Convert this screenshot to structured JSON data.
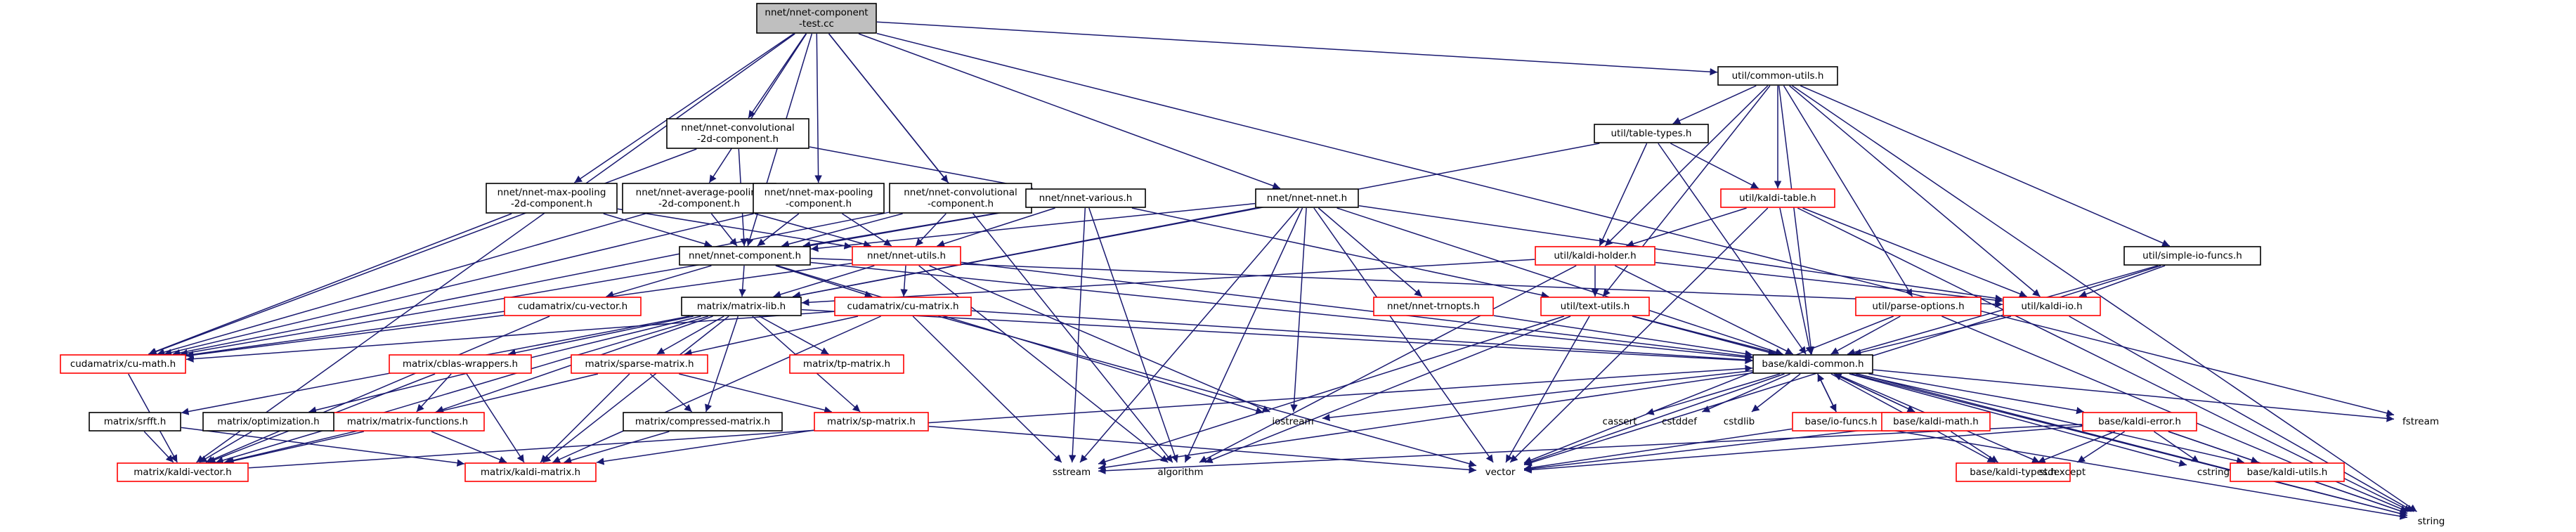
{
  "diagram": {
    "colors": {
      "edge": "#191970",
      "root_fill": "#bfbfbf",
      "box_fill": "#ffffff",
      "box_border": "#000000",
      "red_border": "#ff0000",
      "plain_text": "#000000"
    },
    "root": {
      "lines": [
        "nnet/nnet-component",
        "-test.cc"
      ]
    },
    "nodes": [
      {
        "id": "common-utils",
        "lines": [
          "util/common-utils.h"
        ]
      },
      {
        "id": "conv2d",
        "lines": [
          "nnet/nnet-convolutional",
          "-2d-component.h"
        ]
      },
      {
        "id": "table-types",
        "lines": [
          "util/table-types.h"
        ]
      },
      {
        "id": "nnet-nnet",
        "lines": [
          "nnet/nnet-nnet.h"
        ]
      },
      {
        "id": "maxpool2d",
        "lines": [
          "nnet/nnet-max-pooling",
          "-2d-component.h"
        ]
      },
      {
        "id": "avgpool2d",
        "lines": [
          "nnet/nnet-average-pooling",
          "-2d-component.h"
        ]
      },
      {
        "id": "maxpool",
        "lines": [
          "nnet/nnet-max-pooling",
          "-component.h"
        ]
      },
      {
        "id": "conv",
        "lines": [
          "nnet/nnet-convolutional",
          "-component.h"
        ]
      },
      {
        "id": "various",
        "lines": [
          "nnet/nnet-various.h"
        ]
      },
      {
        "id": "kaldi-table",
        "lines": [
          "util/kaldi-table.h"
        ],
        "red": true
      },
      {
        "id": "kaldi-holder",
        "lines": [
          "util/kaldi-holder.h"
        ],
        "red": true
      },
      {
        "id": "simple-io",
        "lines": [
          "util/simple-io-funcs.h"
        ]
      },
      {
        "id": "nnet-component",
        "lines": [
          "nnet/nnet-component.h"
        ]
      },
      {
        "id": "nnet-utils",
        "lines": [
          "nnet/nnet-utils.h"
        ],
        "red": true
      },
      {
        "id": "cu-vector",
        "lines": [
          "cudamatrix/cu-vector.h"
        ],
        "red": true
      },
      {
        "id": "matrix-lib",
        "lines": [
          "matrix/matrix-lib.h"
        ]
      },
      {
        "id": "cu-matrix",
        "lines": [
          "cudamatrix/cu-matrix.h"
        ],
        "red": true
      },
      {
        "id": "trnopts",
        "lines": [
          "nnet/nnet-trnopts.h"
        ],
        "red": true
      },
      {
        "id": "text-utils",
        "lines": [
          "util/text-utils.h"
        ],
        "red": true
      },
      {
        "id": "parse-options",
        "lines": [
          "util/parse-options.h"
        ],
        "red": true
      },
      {
        "id": "kaldi-io",
        "lines": [
          "util/kaldi-io.h"
        ],
        "red": true
      },
      {
        "id": "cu-math",
        "lines": [
          "cudamatrix/cu-math.h"
        ],
        "red": true
      },
      {
        "id": "cblas",
        "lines": [
          "matrix/cblas-wrappers.h"
        ],
        "red": true
      },
      {
        "id": "sparse",
        "lines": [
          "matrix/sparse-matrix.h"
        ],
        "red": true
      },
      {
        "id": "tp-matrix",
        "lines": [
          "matrix/tp-matrix.h"
        ],
        "red": true
      },
      {
        "id": "kaldi-common",
        "lines": [
          "base/kaldi-common.h"
        ]
      },
      {
        "id": "matrix-functions",
        "lines": [
          "matrix/matrix-functions.h"
        ],
        "red": true
      },
      {
        "id": "srfft",
        "lines": [
          "matrix/srfft.h"
        ]
      },
      {
        "id": "optimization",
        "lines": [
          "matrix/optimization.h"
        ]
      },
      {
        "id": "compressed",
        "lines": [
          "matrix/compressed-matrix.h"
        ]
      },
      {
        "id": "sp-matrix",
        "lines": [
          "matrix/sp-matrix.h"
        ],
        "red": true
      },
      {
        "id": "io-funcs",
        "lines": [
          "base/io-funcs.h"
        ],
        "red": true
      },
      {
        "id": "kaldi-math",
        "lines": [
          "base/kaldi-math.h"
        ],
        "red": true
      },
      {
        "id": "kaldi-error",
        "lines": [
          "base/kaldi-error.h"
        ],
        "red": true
      },
      {
        "id": "kaldi-vector",
        "lines": [
          "matrix/kaldi-vector.h"
        ],
        "red": true
      },
      {
        "id": "kaldi-matrix",
        "lines": [
          "matrix/kaldi-matrix.h"
        ],
        "red": true
      },
      {
        "id": "kaldi-types",
        "lines": [
          "base/kaldi-types.h"
        ],
        "red": true
      },
      {
        "id": "kaldi-utils",
        "lines": [
          "base/kaldi-utils.h"
        ],
        "red": true
      },
      {
        "id": "iostream",
        "lines": [
          "iostream"
        ],
        "plain": true
      },
      {
        "id": "cassert",
        "lines": [
          "cassert"
        ],
        "plain": true
      },
      {
        "id": "cstddef",
        "lines": [
          "cstddef"
        ],
        "plain": true
      },
      {
        "id": "cstdlib",
        "lines": [
          "cstdlib"
        ],
        "plain": true
      },
      {
        "id": "fstream",
        "lines": [
          "fstream"
        ],
        "plain": true
      },
      {
        "id": "sstream",
        "lines": [
          "sstream"
        ],
        "plain": true
      },
      {
        "id": "algorithm",
        "lines": [
          "algorithm"
        ],
        "plain": true
      },
      {
        "id": "vector",
        "lines": [
          "vector"
        ],
        "plain": true
      },
      {
        "id": "stdexcept",
        "lines": [
          "stdexcept"
        ],
        "plain": true
      },
      {
        "id": "cstring",
        "lines": [
          "cstring"
        ],
        "plain": true
      },
      {
        "id": "string",
        "lines": [
          "string"
        ],
        "plain": true
      }
    ],
    "edges": [
      [
        "root",
        "common-utils"
      ],
      [
        "root",
        "conv2d"
      ],
      [
        "root",
        "nnet-nnet"
      ],
      [
        "root",
        "maxpool2d"
      ],
      [
        "root",
        "avgpool2d"
      ],
      [
        "root",
        "maxpool"
      ],
      [
        "root",
        "conv"
      ],
      [
        "root",
        "nnet-component"
      ],
      [
        "root",
        "kaldi-vector"
      ],
      [
        "root",
        "algorithm"
      ],
      [
        "root",
        "fstream"
      ],
      [
        "common-utils",
        "table-types"
      ],
      [
        "common-utils",
        "kaldi-table"
      ],
      [
        "common-utils",
        "kaldi-holder"
      ],
      [
        "common-utils",
        "simple-io"
      ],
      [
        "common-utils",
        "parse-options"
      ],
      [
        "common-utils",
        "text-utils"
      ],
      [
        "common-utils",
        "kaldi-io"
      ],
      [
        "common-utils",
        "kaldi-common"
      ],
      [
        "common-utils",
        "string"
      ],
      [
        "table-types",
        "kaldi-table"
      ],
      [
        "table-types",
        "kaldi-holder"
      ],
      [
        "table-types",
        "kaldi-common"
      ],
      [
        "table-types",
        "matrix-lib"
      ],
      [
        "kaldi-table",
        "kaldi-holder"
      ],
      [
        "kaldi-table",
        "kaldi-io"
      ],
      [
        "kaldi-table",
        "kaldi-common"
      ],
      [
        "kaldi-table",
        "vector"
      ],
      [
        "kaldi-table",
        "string"
      ],
      [
        "kaldi-holder",
        "text-utils"
      ],
      [
        "kaldi-holder",
        "kaldi-io"
      ],
      [
        "kaldi-holder",
        "kaldi-common"
      ],
      [
        "kaldi-holder",
        "matrix-lib"
      ],
      [
        "kaldi-holder",
        "algorithm"
      ],
      [
        "simple-io",
        "kaldi-io"
      ],
      [
        "simple-io",
        "kaldi-common"
      ],
      [
        "simple-io",
        "vector"
      ],
      [
        "conv2d",
        "nnet-component"
      ],
      [
        "conv2d",
        "various"
      ],
      [
        "conv2d",
        "cu-math"
      ],
      [
        "nnet-nnet",
        "nnet-component"
      ],
      [
        "nnet-nnet",
        "trnopts"
      ],
      [
        "nnet-nnet",
        "kaldi-io"
      ],
      [
        "nnet-nnet",
        "matrix-lib"
      ],
      [
        "nnet-nnet",
        "kaldi-common"
      ],
      [
        "nnet-nnet",
        "iostream"
      ],
      [
        "nnet-nnet",
        "sstream"
      ],
      [
        "nnet-nnet",
        "vector"
      ],
      [
        "nnet-nnet",
        "algorithm"
      ],
      [
        "maxpool2d",
        "nnet-component"
      ],
      [
        "maxpool2d",
        "nnet-utils"
      ],
      [
        "maxpool2d",
        "cu-math"
      ],
      [
        "avgpool2d",
        "nnet-component"
      ],
      [
        "avgpool2d",
        "nnet-utils"
      ],
      [
        "avgpool2d",
        "cu-math"
      ],
      [
        "maxpool",
        "nnet-component"
      ],
      [
        "maxpool",
        "nnet-utils"
      ],
      [
        "maxpool",
        "cu-math"
      ],
      [
        "conv",
        "nnet-component"
      ],
      [
        "conv",
        "nnet-utils"
      ],
      [
        "conv",
        "cu-math"
      ],
      [
        "various",
        "nnet-component"
      ],
      [
        "various",
        "nnet-utils"
      ],
      [
        "various",
        "cu-math"
      ],
      [
        "various",
        "text-utils"
      ],
      [
        "various",
        "sstream"
      ],
      [
        "various",
        "algorithm"
      ],
      [
        "nnet-component",
        "matrix-lib"
      ],
      [
        "nnet-component",
        "cu-matrix"
      ],
      [
        "nnet-component",
        "cu-vector"
      ],
      [
        "nnet-component",
        "kaldi-io"
      ],
      [
        "nnet-component",
        "iostream"
      ],
      [
        "nnet-component",
        "kaldi-common"
      ],
      [
        "nnet-utils",
        "matrix-lib"
      ],
      [
        "nnet-utils",
        "cu-matrix"
      ],
      [
        "nnet-utils",
        "cu-math"
      ],
      [
        "nnet-utils",
        "kaldi-common"
      ],
      [
        "nnet-utils",
        "algorithm"
      ],
      [
        "nnet-utils",
        "iostream"
      ],
      [
        "cu-vector",
        "cu-math"
      ],
      [
        "cu-vector",
        "kaldi-vector"
      ],
      [
        "matrix-lib",
        "kaldi-common"
      ],
      [
        "matrix-lib",
        "kaldi-vector"
      ],
      [
        "matrix-lib",
        "kaldi-matrix"
      ],
      [
        "matrix-lib",
        "sp-matrix"
      ],
      [
        "matrix-lib",
        "tp-matrix"
      ],
      [
        "matrix-lib",
        "matrix-functions"
      ],
      [
        "matrix-lib",
        "srfft"
      ],
      [
        "matrix-lib",
        "compressed"
      ],
      [
        "matrix-lib",
        "optimization"
      ],
      [
        "matrix-lib",
        "sparse"
      ],
      [
        "matrix-lib",
        "cblas"
      ],
      [
        "cu-matrix",
        "kaldi-common"
      ],
      [
        "cu-matrix",
        "cu-math"
      ],
      [
        "cu-matrix",
        "kaldi-matrix"
      ],
      [
        "cu-matrix",
        "sparse"
      ],
      [
        "cu-matrix",
        "vector"
      ],
      [
        "cu-matrix",
        "sstream"
      ],
      [
        "trnopts",
        "kaldi-common"
      ],
      [
        "text-utils",
        "kaldi-common"
      ],
      [
        "text-utils",
        "algorithm"
      ],
      [
        "text-utils",
        "vector"
      ],
      [
        "text-utils",
        "string"
      ],
      [
        "text-utils",
        "sstream"
      ],
      [
        "parse-options",
        "kaldi-common"
      ],
      [
        "parse-options",
        "vector"
      ],
      [
        "parse-options",
        "string"
      ],
      [
        "kaldi-io",
        "kaldi-common"
      ],
      [
        "kaldi-io",
        "string"
      ],
      [
        "cu-math",
        "kaldi-vector"
      ],
      [
        "cblas",
        "kaldi-matrix"
      ],
      [
        "cblas",
        "kaldi-vector"
      ],
      [
        "cblas",
        "matrix-functions"
      ],
      [
        "sparse",
        "kaldi-matrix"
      ],
      [
        "sparse",
        "kaldi-vector"
      ],
      [
        "sparse",
        "compressed"
      ],
      [
        "sparse",
        "sp-matrix"
      ],
      [
        "matrix-functions",
        "kaldi-matrix"
      ],
      [
        "matrix-functions",
        "kaldi-vector"
      ],
      [
        "srfft",
        "kaldi-vector"
      ],
      [
        "srfft",
        "kaldi-matrix"
      ],
      [
        "optimization",
        "kaldi-vector"
      ],
      [
        "compressed",
        "kaldi-matrix"
      ],
      [
        "sp-matrix",
        "kaldi-matrix"
      ],
      [
        "sp-matrix",
        "vector"
      ],
      [
        "kaldi-common",
        "iostream"
      ],
      [
        "kaldi-common",
        "cassert"
      ],
      [
        "kaldi-common",
        "cstddef"
      ],
      [
        "kaldi-common",
        "cstdlib"
      ],
      [
        "kaldi-common",
        "fstream"
      ],
      [
        "kaldi-common",
        "sstream"
      ],
      [
        "kaldi-common",
        "vector"
      ],
      [
        "kaldi-common",
        "stdexcept"
      ],
      [
        "kaldi-common",
        "cstring"
      ],
      [
        "kaldi-common",
        "string"
      ],
      [
        "kaldi-common",
        "io-funcs"
      ],
      [
        "kaldi-common",
        "kaldi-math"
      ],
      [
        "kaldi-common",
        "kaldi-error"
      ],
      [
        "kaldi-common",
        "kaldi-types"
      ],
      [
        "kaldi-common",
        "kaldi-utils"
      ],
      [
        "io-funcs",
        "kaldi-common"
      ],
      [
        "io-funcs",
        "vector"
      ],
      [
        "io-funcs",
        "string"
      ],
      [
        "kaldi-math",
        "kaldi-common"
      ],
      [
        "kaldi-math",
        "kaldi-types"
      ],
      [
        "kaldi-math",
        "vector"
      ],
      [
        "kaldi-error",
        "kaldi-types"
      ],
      [
        "kaldi-error",
        "kaldi-utils"
      ],
      [
        "kaldi-error",
        "stdexcept"
      ],
      [
        "kaldi-error",
        "vector"
      ],
      [
        "kaldi-error",
        "string"
      ],
      [
        "kaldi-error",
        "cstring"
      ],
      [
        "kaldi-error",
        "sstream"
      ],
      [
        "kaldi-vector",
        "kaldi-common"
      ],
      [
        "kaldi-utils",
        "string"
      ]
    ]
  }
}
